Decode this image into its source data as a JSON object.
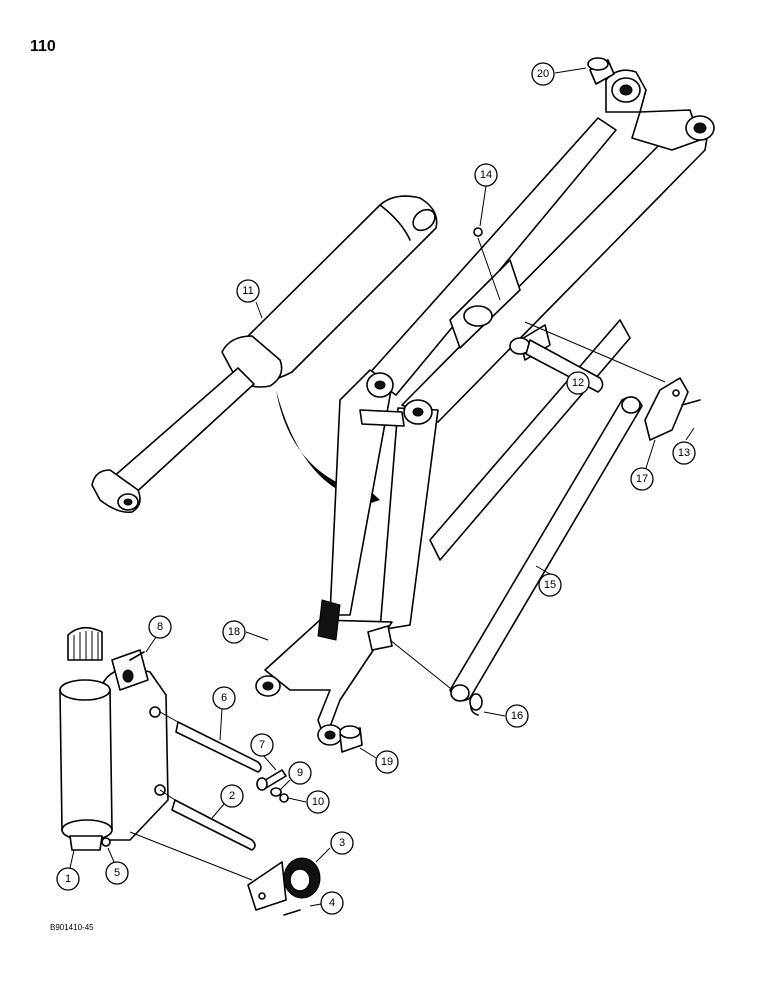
{
  "page_number": "110",
  "figure_code": "B901410-45",
  "callouts": [
    "1",
    "2",
    "3",
    "4",
    "5",
    "6",
    "7",
    "8",
    "9",
    "10",
    "11",
    "12",
    "13",
    "14",
    "15",
    "16",
    "17",
    "18",
    "19",
    "20"
  ]
}
